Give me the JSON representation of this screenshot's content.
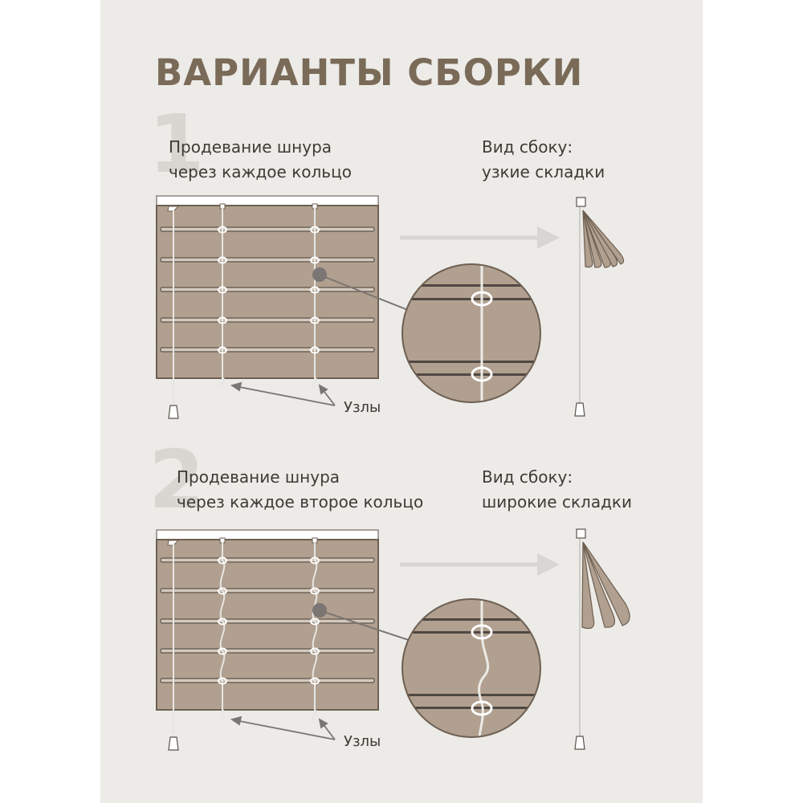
{
  "title": "ВАРИАНТЫ СБОРКИ",
  "variants": [
    {
      "number": "1",
      "description_line1": "Продевание шнура",
      "description_line2": "через каждое кольцо",
      "side_view_line1": "Вид сбоку:",
      "side_view_line2": "узкие складки",
      "knots_label": "Узлы"
    },
    {
      "number": "2",
      "description_line1": "Продевание шнура",
      "description_line2": "через каждое второе кольцо",
      "side_view_line1": "Вид сбоку:",
      "side_view_line2": "широкие складки",
      "knots_label": "Узлы"
    }
  ],
  "colors": {
    "background": "#ecebe7",
    "title": "#7a6a58",
    "fabric": "#b1a08f",
    "fabric_outline": "#6d5f52",
    "slat": "#6e6258",
    "cord": "#e8e6e2",
    "arrow": "#d8d6d3",
    "pointer": "#7b7673"
  }
}
